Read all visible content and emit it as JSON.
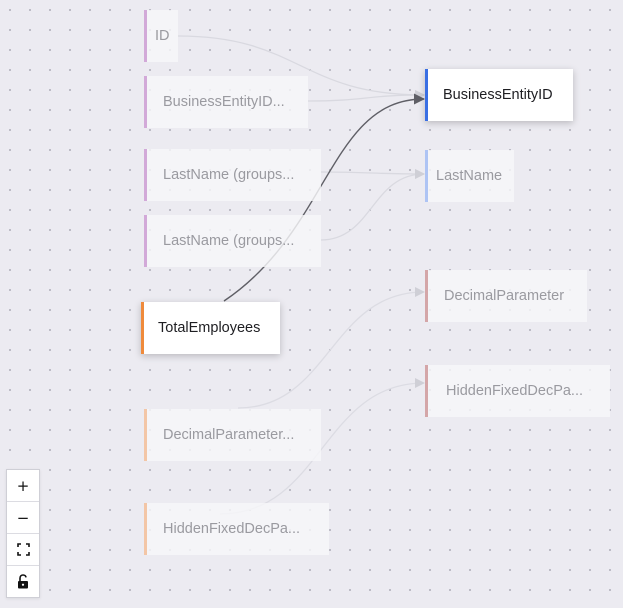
{
  "source_nodes": [
    {
      "label": "ID"
    },
    {
      "label": "BusinessEntityID..."
    },
    {
      "label": "LastName (groups..."
    },
    {
      "label": "LastName (groups..."
    },
    {
      "label": "TotalEmployees"
    },
    {
      "label": "DecimalParameter..."
    },
    {
      "label": "HiddenFixedDecPa..."
    }
  ],
  "target_nodes": [
    {
      "label": "BusinessEntityID"
    },
    {
      "label": "LastName"
    },
    {
      "label": "DecimalParameter"
    },
    {
      "label": "HiddenFixedDecPa..."
    }
  ],
  "controls": {
    "zoom_in": "+",
    "zoom_out": "−"
  },
  "colors": {
    "background": "#ecebf1",
    "active_edge": "#5f5f66",
    "faded_edge": "#d9d9e0",
    "source_border": "#d2a9d8",
    "source_active_border": "#ef8a3b",
    "target_active_border": "#3a6fe3"
  }
}
